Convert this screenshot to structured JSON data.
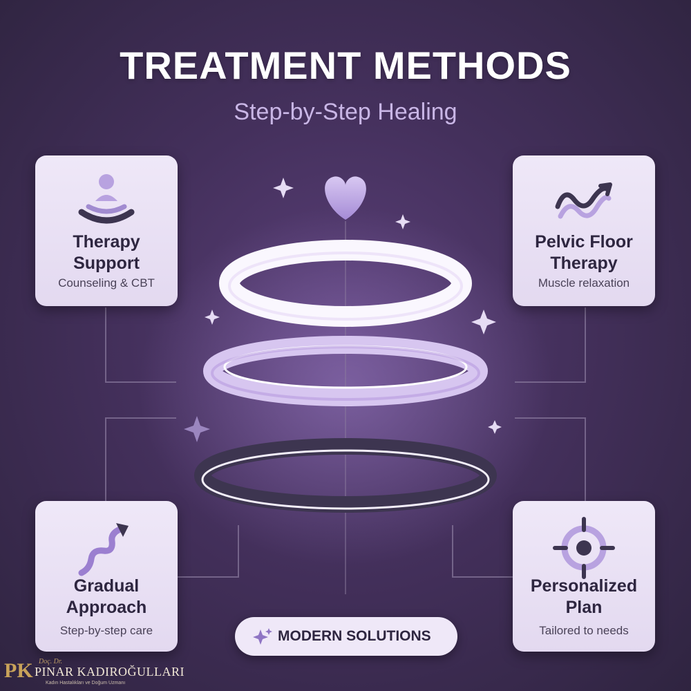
{
  "header": {
    "title": "TREATMENT METHODS",
    "subtitle": "Step-by-Step Healing"
  },
  "cards": {
    "therapy_support": {
      "title_line1": "Therapy",
      "title_line2": "Support",
      "subtitle": "Counseling & CBT",
      "icon": "meditation-icon"
    },
    "pelvic_floor": {
      "title_line1": "Pelvic Floor",
      "title_line2": "Therapy",
      "subtitle": "Muscle relaxation",
      "icon": "wave-arrow-icon"
    },
    "gradual_approach": {
      "title_line1": "Gradual",
      "title_line2": "Approach",
      "subtitle": "Step-by-step care",
      "icon": "squiggle-arrow-icon"
    },
    "personalized_plan": {
      "title_line1": "Personalized",
      "title_line2": "Plan",
      "subtitle": "Tailored to needs",
      "icon": "target-icon"
    }
  },
  "badge": {
    "label": "MODERN SOLUTIONS",
    "icon": "sparkle-icon"
  },
  "logo": {
    "prefix": "Doç. Dr.",
    "name": "PINAR KADIROĞULLARI",
    "specialty": "Kadın Hastalıkları ve Doğum Uzmanı",
    "monogram": "PK"
  },
  "colors": {
    "background": "#44305c",
    "card": "#efe8f8",
    "accent": "#b8a2e0",
    "dark_ring": "#3d3550",
    "gold": "#c9a35a"
  }
}
